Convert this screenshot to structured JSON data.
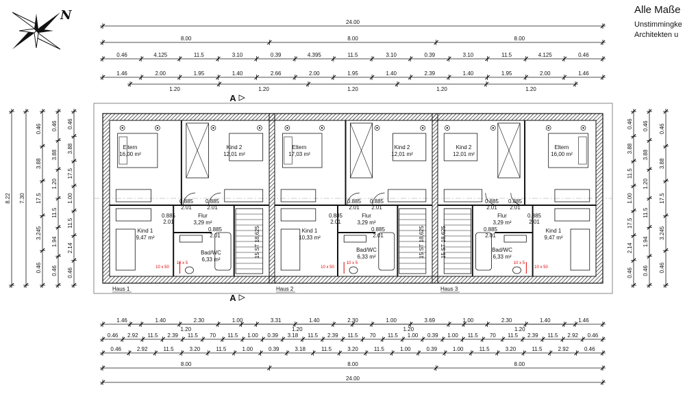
{
  "notes": {
    "line1": "Alle Maße",
    "line2": "Unstimmingke",
    "line3": "Architekten u"
  },
  "compass": {
    "north": "N"
  },
  "section_marker": "A",
  "top_dims": {
    "total": "24.00",
    "houses": [
      "8.00",
      "8.00",
      "8.00"
    ],
    "row1": [
      "0.46",
      "4.125",
      "11.5",
      "3.10",
      "0.39",
      "4.395",
      "11.5",
      "3.10",
      "0.39",
      "3.10",
      "11.5",
      "4.125",
      "0.46"
    ],
    "row2": [
      "1.46",
      "2.00",
      "1.95",
      "1.40",
      "2.66",
      "2.00",
      "1.95",
      "1.40",
      "2.39",
      "1.40",
      "1.95",
      "2.00",
      "1.46"
    ],
    "row2_sub": [
      "1.20",
      "1.20",
      "1.20",
      "1.20",
      "1.20"
    ]
  },
  "bottom_dims": {
    "row1": [
      "1.46",
      "1.40",
      "2.30",
      "1.00",
      "3.31",
      "1.40",
      "2.30",
      "1.00",
      "3.69",
      "1.00",
      "2.30",
      "1.40",
      "1.46"
    ],
    "row1_sub": [
      "1.20",
      "1.20",
      "1.20",
      "1.20"
    ],
    "row2": [
      "0.46",
      "2.92",
      "11.5",
      "2.39",
      "11.5",
      "70",
      "11.5",
      "1.00",
      "0.39",
      "3.18",
      "11.5",
      "2.39",
      "11.5",
      "70",
      "11.5",
      "1.00",
      "0.39",
      "1.00",
      "11.5",
      "70",
      "11.5",
      "2.39",
      "11.5",
      "2.92",
      "0.46"
    ],
    "row3": [
      "0.46",
      "2.92",
      "11.5",
      "3.20",
      "11.5",
      "1.00",
      "0.39",
      "3.18",
      "11.5",
      "3.20",
      "11.5",
      "1.00",
      "0.39",
      "1.00",
      "11.5",
      "3.20",
      "11.5",
      "2.92",
      "0.46"
    ],
    "houses": [
      "8.00",
      "8.00",
      "8.00"
    ],
    "total": "24.00"
  },
  "left_dims": {
    "col_a": "8.22",
    "col_b": "7.30",
    "col_c": [
      "0.46",
      "3.88",
      "17.5",
      "3.245",
      "0.46"
    ],
    "col_d": [
      "0.46",
      "3.88",
      "1.20",
      "11.5",
      "1.94",
      "0.46"
    ],
    "col_e": [
      "0.46",
      "3.88",
      "17.5",
      "1.00",
      "11.5",
      "2.14",
      "0.46"
    ]
  },
  "right_dims": {
    "col_a": [
      "0.46",
      "3.88",
      "11.5",
      "1.00",
      "17.5",
      "2.14",
      "0.46"
    ],
    "col_b": [
      "0.46",
      "3.88",
      "1.20",
      "11.5",
      "1.94",
      "0.46"
    ],
    "col_c": [
      "0.46",
      "3.88",
      "17.5",
      "3.245",
      "0.46"
    ]
  },
  "rooms": {
    "h1_eltern": {
      "name": "Eltern",
      "area": "16,00 m²"
    },
    "h1_kind2": {
      "name": "Kind 2",
      "area": "12,01 m²"
    },
    "h1_kind1": {
      "name": "Kind 1",
      "area": "9,47 m²"
    },
    "h1_flur": {
      "name": "Flur",
      "area": "3,29 m²"
    },
    "h1_bad": {
      "name": "Bad/WC",
      "area": "6,33 m²"
    },
    "h2_eltern": {
      "name": "Eltern",
      "area": "17,03 m²"
    },
    "h2_kind2": {
      "name": "Kind 2",
      "area": "12,01 m²"
    },
    "h2_kind1": {
      "name": "Kind 1",
      "area": "10,33 m²"
    },
    "h2_flur": {
      "name": "Flur",
      "area": "3,29 m²"
    },
    "h2_bad": {
      "name": "Bad/WC",
      "area": "6,33 m²"
    },
    "h3_kind2": {
      "name": "Kind 2",
      "area": "12,01 m²"
    },
    "h3_eltern": {
      "name": "Eltern",
      "area": "16,00 m²"
    },
    "h3_kind1": {
      "name": "Kind 1",
      "area": "9,47 m²"
    },
    "h3_flur": {
      "name": "Flur",
      "area": "3,29 m²"
    },
    "h3_bad": {
      "name": "Bad/WC",
      "area": "6,33 m²"
    }
  },
  "door_labels": {
    "top": "0.885",
    "bottom": "2.01"
  },
  "stair_label": "15 ST 18,625",
  "red_label": "10 x 50",
  "red_label_small": "10 x 5",
  "house_labels": [
    "Haus 1",
    "Haus 2",
    "Haus 3"
  ]
}
